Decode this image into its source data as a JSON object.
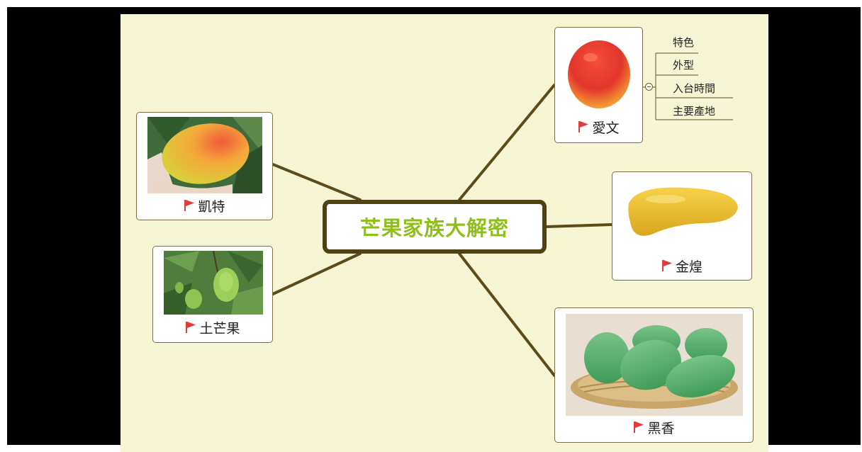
{
  "mindmap": {
    "central_topic": "芒果家族大解密",
    "topics": [
      {
        "key": "kate",
        "label": "凱特"
      },
      {
        "key": "native",
        "label": "土芒果"
      },
      {
        "key": "irwin",
        "label": "愛文"
      },
      {
        "key": "jinhuang",
        "label": "金煌"
      },
      {
        "key": "heixiang",
        "label": "黑香"
      }
    ],
    "irwin_subtopics": [
      "特色",
      "外型",
      "入台時間",
      "主要產地"
    ]
  },
  "colors": {
    "background": "#f7f6d4",
    "central_text": "#8fbf1a",
    "central_border": "#4f4212",
    "branch_line": "#5b4c1a",
    "flag": "#e23b3b"
  }
}
